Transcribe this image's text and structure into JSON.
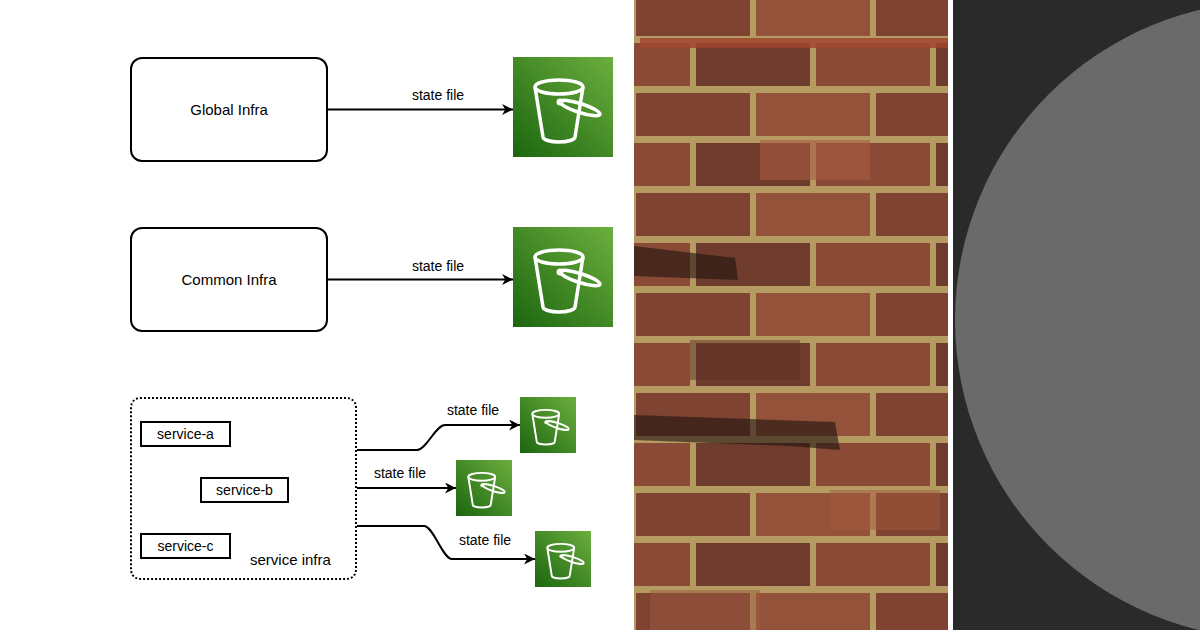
{
  "diagram": {
    "nodes": [
      {
        "text": [
          "Global Infra"
        ]
      },
      {
        "text": []
      },
      {
        "text": [
          "Common Infra"
        ]
      },
      {
        "text": []
      },
      {
        "text": [
          "service infra"
        ]
      },
      {
        "text": [
          "service-a"
        ],
        "in": 4
      },
      {
        "text": [
          "service-b"
        ],
        "in": 4
      },
      {
        "text": [
          "service-c"
        ],
        "in": 4
      },
      {
        "text": []
      },
      {
        "text": []
      },
      {
        "text": []
      }
    ],
    "edges": [
      {
        "from": 0,
        "to": 1,
        "arrow": "to",
        "label": "state file"
      },
      {
        "from": 2,
        "to": 3,
        "arrow": "to",
        "label": "state file"
      },
      {
        "from": 4,
        "to": 8,
        "arrow": "to",
        "label": "state file"
      },
      {
        "from": 4,
        "to": 9,
        "arrow": "to",
        "label": "state file"
      },
      {
        "from": 4,
        "to": 10,
        "arrow": "to",
        "label": "state file"
      }
    ]
  }
}
